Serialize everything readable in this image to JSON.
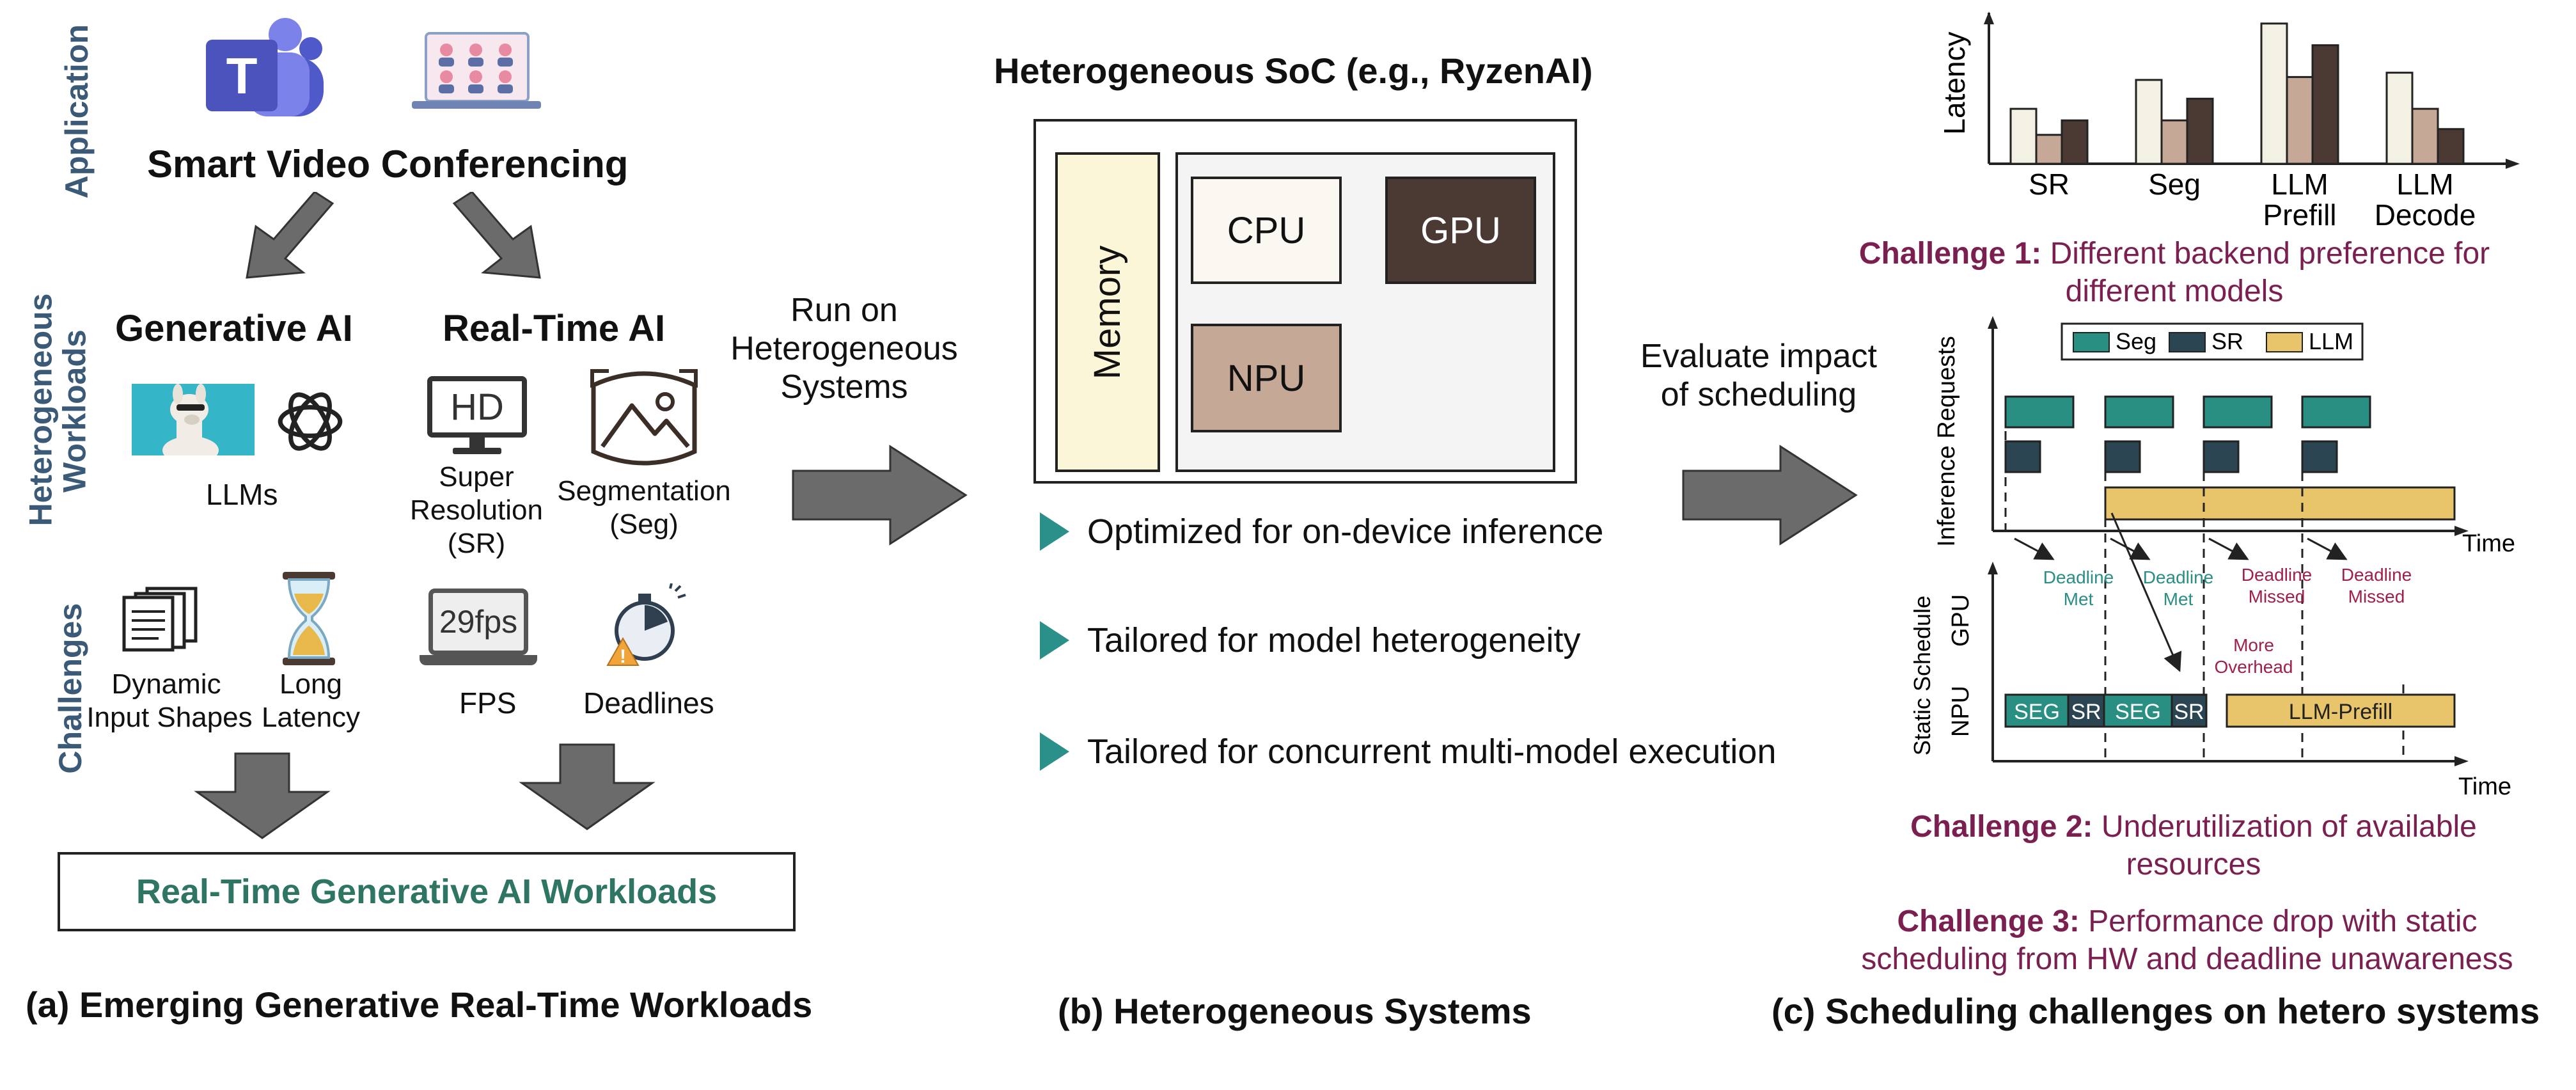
{
  "left": {
    "row_labels": {
      "application": "Application",
      "workloads_1": "Heterogeneous",
      "workloads_2": "Workloads",
      "challenges": "Challenges"
    },
    "app_title": "Smart Video Conferencing",
    "gen_ai": "Generative AI",
    "rt_ai": "Real-Time AI",
    "llms": "LLMs",
    "hd_badge": "HD",
    "sr_1": "Super",
    "sr_2": "Resolution",
    "sr_3": "(SR)",
    "seg_1": "Segmentation",
    "seg_2": "(Seg)",
    "dyn_1": "Dynamic",
    "dyn_2": "Input Shapes",
    "lat_1": "Long",
    "lat_2": "Latency",
    "fps_badge": "29fps",
    "fps": "FPS",
    "deadlines": "Deadlines",
    "result_box": "Real-Time Generative AI Workloads",
    "caption": "(a) Emerging Generative Real-Time Workloads"
  },
  "middle": {
    "arrow_text_1": "Run on",
    "arrow_text_2": "Heterogeneous",
    "arrow_text_3": "Systems",
    "soc_title": "Heterogeneous SoC (e.g., RyzenAI)",
    "memory": "Memory",
    "cpu": "CPU",
    "gpu": "GPU",
    "npu": "NPU",
    "bullets": [
      "Optimized for on-device inference",
      "Tailored for model heterogeneity",
      "Tailored for concurrent multi-model execution"
    ],
    "caption": "(b) Heterogeneous Systems"
  },
  "right": {
    "arrow_text_1": "Evaluate impact",
    "arrow_text_2": "of scheduling",
    "latency_label": "Latency",
    "chart_data": {
      "type": "bar",
      "categories": [
        "SR",
        "Seg",
        "LLM Prefill",
        "LLM Decode"
      ],
      "category_lines": [
        [
          "SR"
        ],
        [
          "Seg"
        ],
        [
          "LLM",
          "Prefill"
        ],
        [
          "LLM",
          "Decode"
        ]
      ],
      "ylabel": "Latency",
      "series": [
        {
          "values": [
            0.38,
            0.58,
            0.97,
            0.63
          ]
        },
        {
          "values": [
            0.2,
            0.3,
            0.6,
            0.38
          ]
        },
        {
          "values": [
            0.3,
            0.45,
            0.82,
            0.24
          ]
        }
      ],
      "colors": [
        "#f3f1e3",
        "#c6a896",
        "#4b3a33"
      ],
      "ylim": [
        0,
        1
      ]
    },
    "challenge1_bold": "Challenge 1:",
    "challenge1_text_1": "Different backend preference for",
    "challenge1_text_2": "different models",
    "legend": {
      "seg": "Seg",
      "sr": "SR",
      "llm": "LLM"
    },
    "inference_label": "Inference Requests",
    "time_label_1": "Time",
    "time_label_2": "Time",
    "static_label": "Static Schedule",
    "gpu_label": "GPU",
    "npu_label": "NPU",
    "deadline_met": [
      "Deadline",
      "Met"
    ],
    "deadline_missed": [
      "Deadline",
      "Missed"
    ],
    "more_overhead": [
      "More",
      "Overhead"
    ],
    "sched_blocks": {
      "seg": "SEG",
      "sr": "SR",
      "llm": "LLM-Prefill"
    },
    "colors": {
      "seg": "#2a8f83",
      "sr": "#2c4552",
      "llm": "#e8c46a",
      "met": "#2a8f83",
      "missed": "#a0204a"
    },
    "challenge2_bold": "Challenge 2:",
    "challenge2_text_1": "Underutilization of available",
    "challenge2_text_2": "resources",
    "challenge3_bold": "Challenge 3:",
    "challenge3_text_1": "Performance drop with static",
    "challenge3_text_2": "scheduling from HW and deadline unawareness",
    "caption": "(c) Scheduling challenges on hetero systems"
  }
}
